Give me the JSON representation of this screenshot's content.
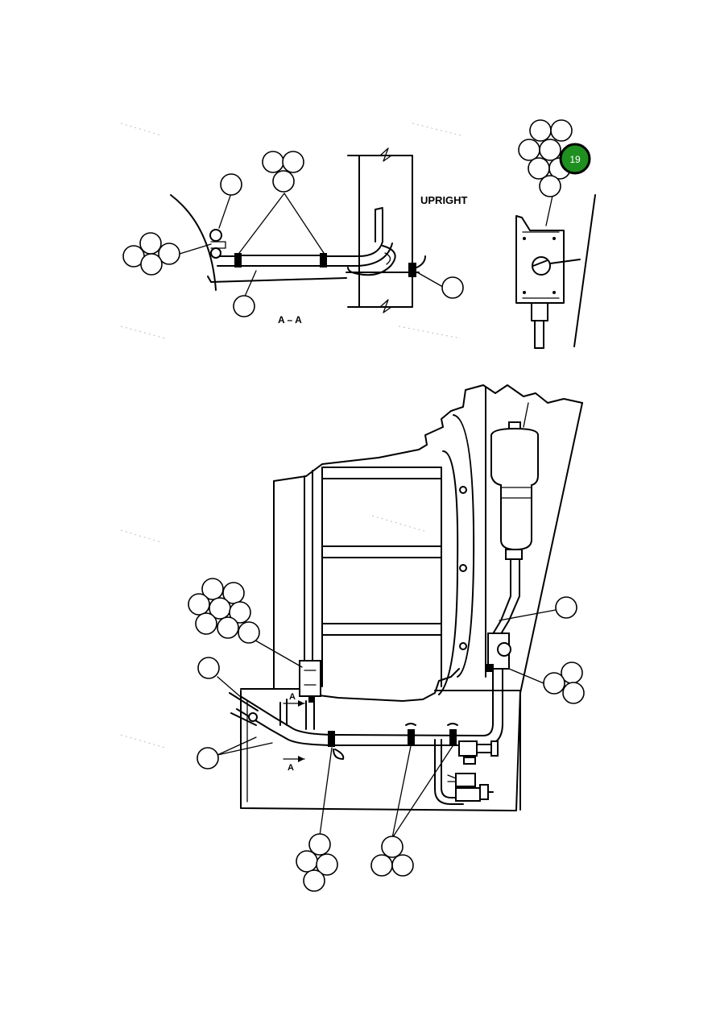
{
  "labels": {
    "upright": "UPRIGHT",
    "section": "A – A",
    "section_mark_top": "A",
    "section_mark_bottom": "A"
  },
  "callouts": {
    "highlighted_number": "19"
  },
  "colors": {
    "highlight": "#1f8f1f",
    "line": "#000000",
    "background": "#ffffff"
  }
}
